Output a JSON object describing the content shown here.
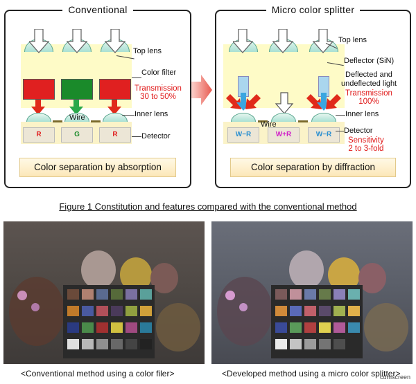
{
  "left_panel": {
    "title": "Conventional",
    "labels": {
      "top_lens": "Top lens",
      "color_filter": "Color filter",
      "inner_lens": "Inner lens",
      "detector": "Detector",
      "wire": "Wire"
    },
    "transmission": [
      "Transmission",
      "30 to 50%"
    ],
    "detectors": [
      "R",
      "G",
      "R"
    ],
    "caption": "Color separation by absorption",
    "colors": {
      "filter_red": "#e02020",
      "filter_green": "#1a8a2a",
      "arrow_red": "#e02a1a",
      "arrow_green": "#2aa84a"
    }
  },
  "right_panel": {
    "title": "Micro color splitter",
    "labels": {
      "top_lens": "Top lens",
      "deflector": "Deflector (SiN)",
      "deflected_1": "Deflected and",
      "deflected_2": "undeflected light",
      "inner_lens": "Inner lens",
      "detector": "Detector",
      "wire": "Wire"
    },
    "transmission": [
      "Transmission",
      "100%"
    ],
    "sensitivity": [
      "Sensitivity",
      "2 to 3-fold"
    ],
    "detectors": [
      "W−R",
      "W+R",
      "W−R"
    ],
    "caption": "Color separation by diffraction",
    "colors": {
      "arrow_red": "#e02a1a",
      "arrow_blue": "#3aa6e0",
      "deflector": "#aad6ee"
    }
  },
  "figure_caption": "Figure 1 Constitution and features compared with the conventional method",
  "photo_captions": {
    "left": "<Conventional method using a color filer>",
    "right": "<Developed method using a micro color splitter>"
  },
  "watermark": "cdmscreen"
}
